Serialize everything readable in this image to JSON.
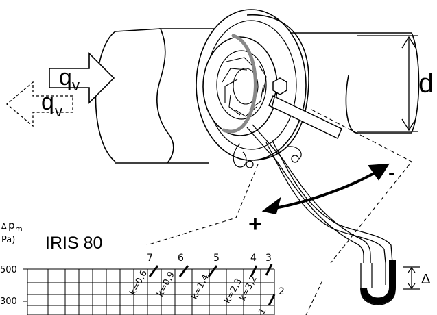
{
  "diagram": {
    "flow_label": "q",
    "flow_subscript": "v",
    "diameter_label": "d",
    "plus_label": "+",
    "minus_label": "-",
    "pressure_label": "Δ"
  },
  "chart": {
    "title": "IRIS 80",
    "axis_label_symbol": "Δ",
    "axis_label_var": "p",
    "axis_label_sub": "m",
    "axis_unit": "Pa)",
    "y_ticks": [
      "500",
      "300"
    ],
    "position_labels": [
      "7",
      "6",
      "5",
      "4",
      "3"
    ],
    "row_label": "2",
    "k_labels": [
      "k=0,6",
      "k=0,9",
      "k=1,4",
      "k=2,3",
      "k=3,2",
      "1"
    ]
  },
  "colors": {
    "ink": "#000000",
    "damper_ring": "#888888",
    "background": "#ffffff"
  }
}
